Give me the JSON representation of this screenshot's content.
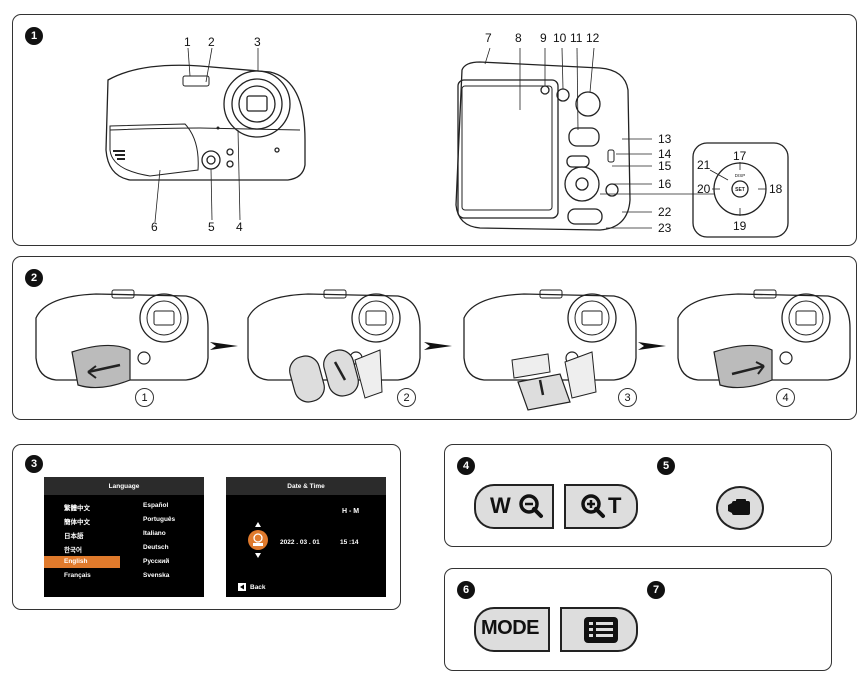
{
  "panels": [
    {
      "badge": "1"
    },
    {
      "badge": "2"
    },
    {
      "badge": "3"
    },
    {
      "badge": "4"
    },
    {
      "badge": "5"
    },
    {
      "badge": "6"
    },
    {
      "badge": "7"
    }
  ],
  "front_callouts": [
    "1",
    "2",
    "3",
    "4",
    "5",
    "6"
  ],
  "back_callouts": [
    "7",
    "8",
    "9",
    "10",
    "11",
    "12",
    "13",
    "14",
    "15",
    "16",
    "17",
    "18",
    "19",
    "20",
    "21",
    "22",
    "23"
  ],
  "steps": [
    "1",
    "2",
    "3",
    "4"
  ],
  "language_screen": {
    "title": "Language",
    "left": [
      "繁體中文",
      "簡体中文",
      "日本語",
      "한국어",
      "English",
      "Français"
    ],
    "right": [
      "Español",
      "Português",
      "Italiano",
      "Deutsch",
      "Русский",
      "Svenska"
    ],
    "selected": "English"
  },
  "date_screen": {
    "title": "Date & Time",
    "time_label": "H - M",
    "date": "2022  .  03  .  01",
    "time": "15  :14",
    "back_label": "Back"
  },
  "zoom_button": {
    "wide": "W",
    "tele": "T"
  },
  "mode_button": {
    "label": "MODE"
  },
  "colors": {
    "accent": "#e07a2c",
    "button_fill": "#dddddd"
  }
}
